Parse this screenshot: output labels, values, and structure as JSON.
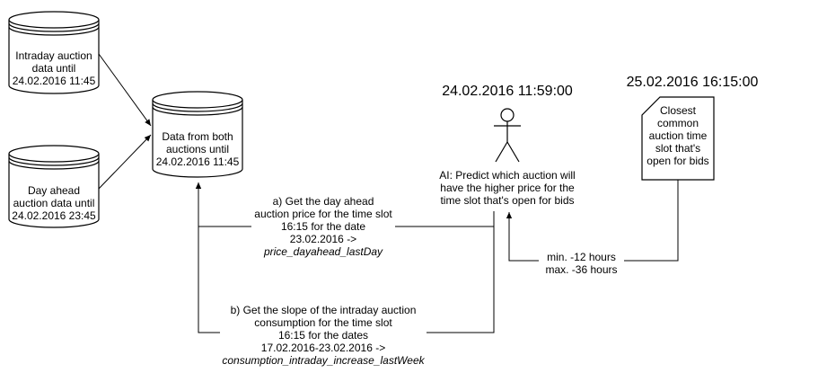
{
  "cylinders": {
    "intraday": [
      "Intraday auction",
      "data until",
      "24.02.2016 11:45"
    ],
    "dayahead": [
      "Day ahead",
      "auction data until",
      "24.02.2016 23:45"
    ],
    "merged": [
      "Data from both",
      "auctions until",
      "24.02.2016 11:45"
    ]
  },
  "timestamps": {
    "ai_time": "24.02.2016 11:59:00",
    "auction_time": "25.02.2016 16:15:00"
  },
  "actor": {
    "caption": [
      "AI: Predict which auction will",
      "have the higher price for the",
      "time slot that's open for bids"
    ]
  },
  "note": {
    "text": [
      "Closest",
      "common",
      "auction time",
      "slot that's",
      "open for bids"
    ]
  },
  "edges": {
    "a_label": [
      "a) Get the day ahead",
      "auction price for the time slot",
      "16:15 for the date",
      "23.02.2016  ->"
    ],
    "a_var": "price_dayahead_lastDay",
    "b_label": [
      "b) Get the slope of the intraday auction",
      "consumption for the time slot",
      "16:15 for the dates",
      "17.02.2016-23.02.2016 ->"
    ],
    "b_var": "consumption_intraday_increase_lastWeek",
    "range_label": [
      "min. -12 hours",
      "max. -36 hours"
    ]
  }
}
